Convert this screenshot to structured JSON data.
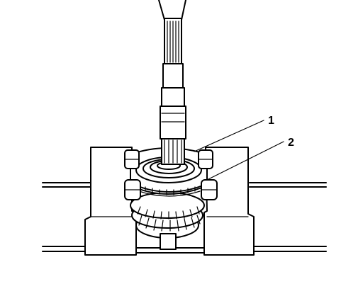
{
  "diagram": {
    "callouts": [
      {
        "id": "1",
        "label": "1"
      },
      {
        "id": "2",
        "label": "2"
      }
    ]
  },
  "colors": {
    "ink": "#000000",
    "paper": "#ffffff"
  }
}
